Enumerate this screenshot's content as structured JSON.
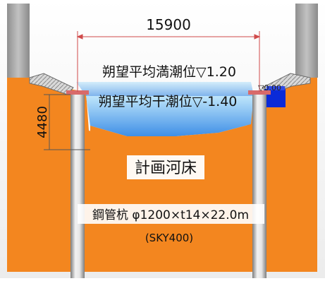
{
  "labels": {
    "span_width": "15900",
    "high_water": "朔望平均満潮位▽1.20",
    "low_water": "朔望平均干潮位▽-1.40",
    "bank_level": "▽0.00",
    "depth": "4480",
    "riverbed": "計画河床",
    "pile_spec": "鋼管杭 φ1200×t14×22.0m",
    "pile_material": "(SKY400)"
  },
  "colors": {
    "ground": "#f3861f",
    "sky_top": "#ffffff",
    "sky_bottom": "#ececec",
    "water_top": "#bfe6fb",
    "water_bottom": "#3f8fe6",
    "dim_line": "#d04a4a",
    "pile_dark": "#7d7d7d",
    "pile_light": "#f2f2f2",
    "pier_gray": "#a3a3a3",
    "riprap_blue": "#0a2ad8"
  }
}
